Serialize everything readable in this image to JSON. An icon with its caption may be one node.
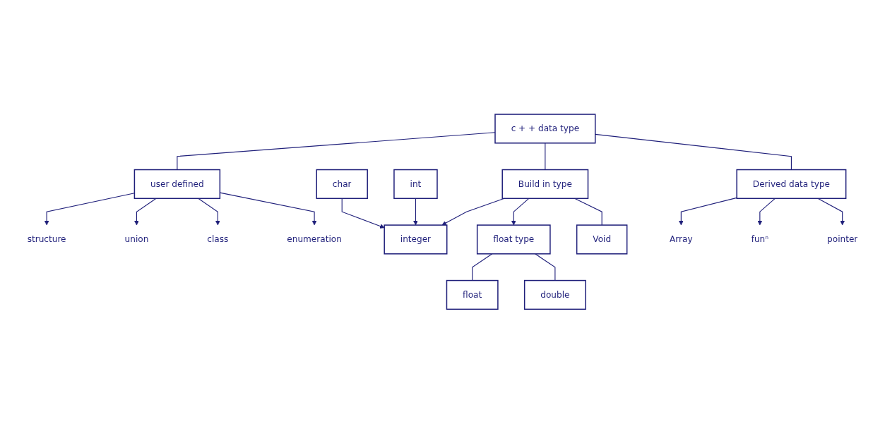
{
  "diagram": {
    "nodes": [
      {
        "text": [
          "c + + data type"
        ]
      },
      {
        "text": [
          "user defined"
        ]
      },
      {
        "text": [
          "Build in type"
        ]
      },
      {
        "text": [
          "Derived data type"
        ]
      },
      {
        "text": [
          "structure"
        ]
      },
      {
        "text": [
          "union"
        ]
      },
      {
        "text": [
          "class"
        ]
      },
      {
        "text": [
          "enumeration"
        ]
      },
      {
        "text": [
          "integer"
        ]
      },
      {
        "text": [
          "float type"
        ]
      },
      {
        "text": [
          "Void"
        ]
      },
      {
        "text": [
          "int"
        ]
      },
      {
        "text": [
          "char"
        ]
      },
      {
        "text": [
          "float"
        ]
      },
      {
        "text": [
          "double"
        ]
      },
      {
        "text": [
          "Array"
        ]
      },
      {
        "text": [
          "funⁿ"
        ]
      },
      {
        "text": [
          "pointer"
        ]
      }
    ],
    "edges": [
      {
        "from": 0,
        "to": 1,
        "arrow": "none"
      },
      {
        "from": 0,
        "to": 2,
        "arrow": "none"
      },
      {
        "from": 0,
        "to": 3,
        "arrow": "none"
      },
      {
        "from": 1,
        "to": 4,
        "arrow": "to"
      },
      {
        "from": 1,
        "to": 5,
        "arrow": "to"
      },
      {
        "from": 1,
        "to": 6,
        "arrow": "to"
      },
      {
        "from": 1,
        "to": 7,
        "arrow": "to"
      },
      {
        "from": 2,
        "to": 8,
        "arrow": "to"
      },
      {
        "from": 2,
        "to": 10,
        "arrow": "none"
      },
      {
        "from": 2,
        "to": 9,
        "arrow": "to"
      },
      {
        "from": 11,
        "to": 8,
        "arrow": "to"
      },
      {
        "from": 12,
        "to": 8,
        "arrow": "to"
      },
      {
        "from": 9,
        "to": 13,
        "arrow": "none"
      },
      {
        "from": 9,
        "to": 14,
        "arrow": "none"
      },
      {
        "from": 3,
        "to": 15,
        "arrow": "to"
      },
      {
        "from": 3,
        "to": 16,
        "arrow": "to"
      },
      {
        "from": 3,
        "to": 17,
        "arrow": "to"
      }
    ]
  }
}
